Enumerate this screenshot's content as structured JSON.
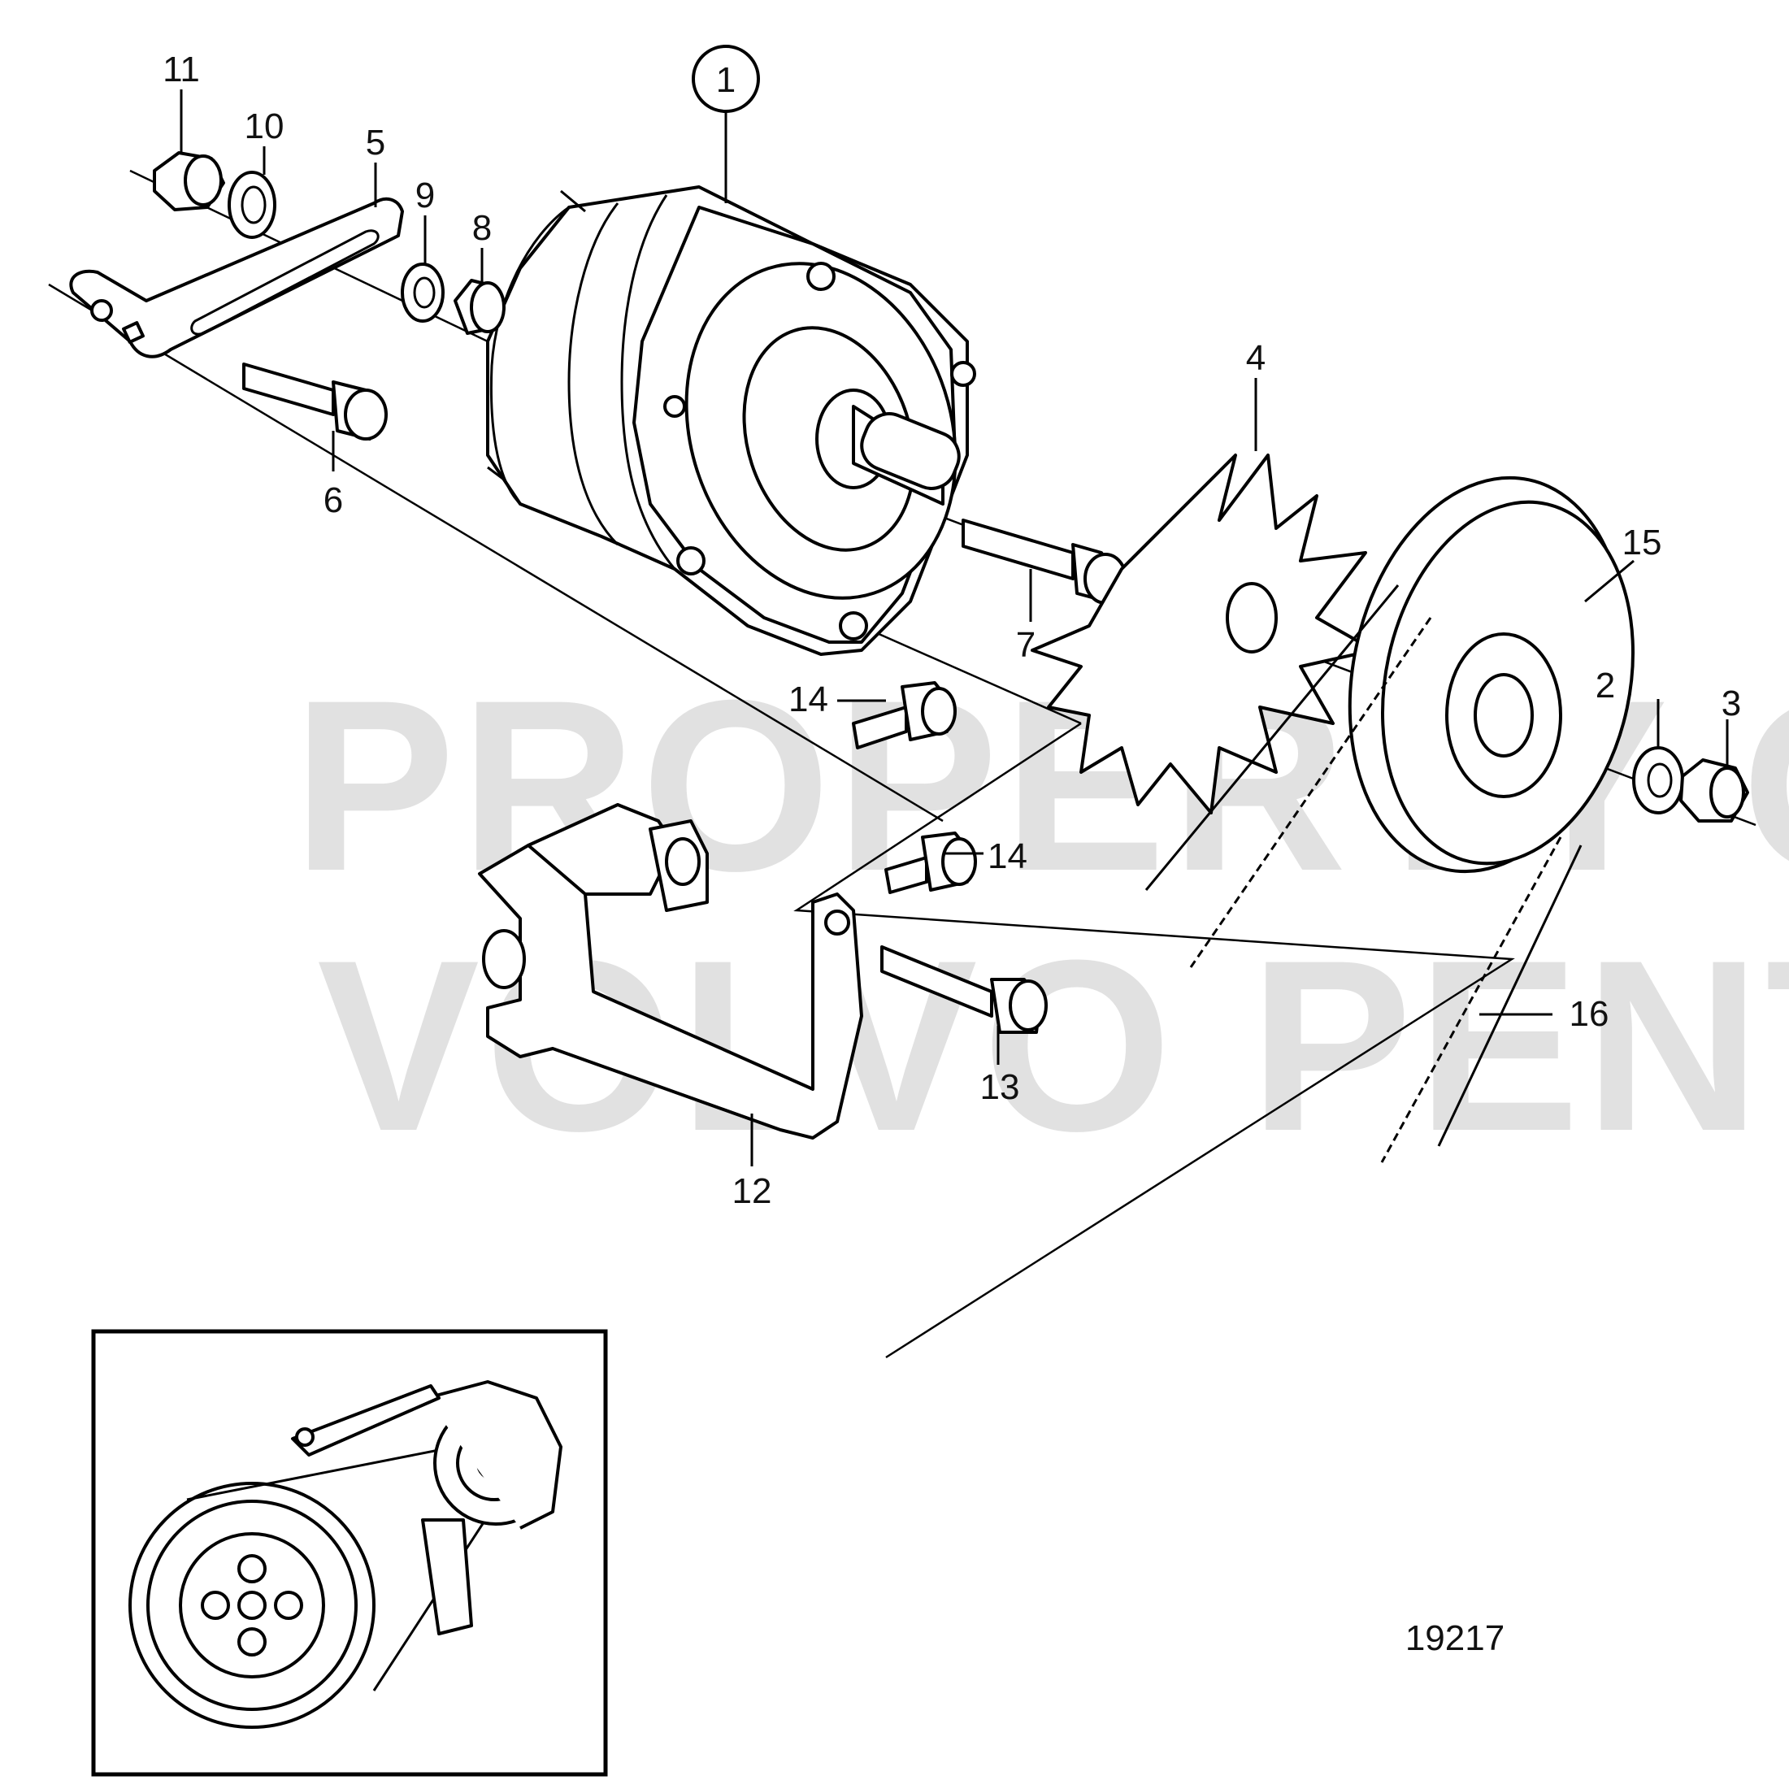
{
  "watermark": {
    "line1": "PROPERTY OF",
    "line2": "VOLVO PENTA"
  },
  "drawing_number": "19217",
  "callouts": [
    {
      "id": "1",
      "label": "1",
      "circled": true
    },
    {
      "id": "2",
      "label": "2"
    },
    {
      "id": "3",
      "label": "3"
    },
    {
      "id": "4",
      "label": "4"
    },
    {
      "id": "5",
      "label": "5"
    },
    {
      "id": "6",
      "label": "6"
    },
    {
      "id": "7",
      "label": "7"
    },
    {
      "id": "8",
      "label": "8"
    },
    {
      "id": "9",
      "label": "9"
    },
    {
      "id": "10",
      "label": "10"
    },
    {
      "id": "11",
      "label": "11"
    },
    {
      "id": "12",
      "label": "12"
    },
    {
      "id": "13",
      "label": "13"
    },
    {
      "id": "14a",
      "label": "14"
    },
    {
      "id": "14b",
      "label": "14"
    },
    {
      "id": "15",
      "label": "15"
    },
    {
      "id": "16",
      "label": "16"
    }
  ]
}
